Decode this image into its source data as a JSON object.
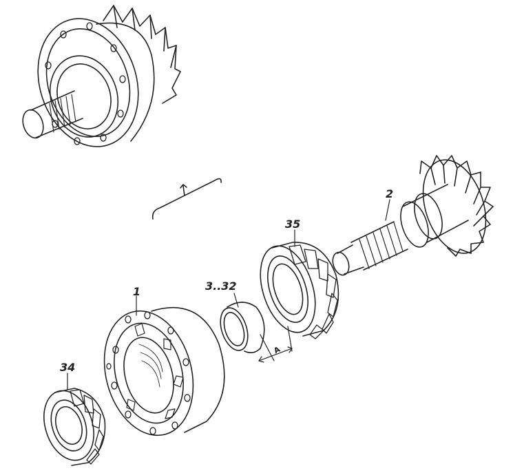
{
  "parts": [
    {
      "key": "hub",
      "number": "1"
    },
    {
      "key": "pinion",
      "number": "2"
    },
    {
      "key": "shim",
      "number": "3..32"
    },
    {
      "key": "outer-bearing",
      "number": "34"
    },
    {
      "key": "inner-bearing",
      "number": "35"
    }
  ],
  "dimension": {
    "label": "A"
  },
  "colors": {
    "line": "#222222",
    "paper": "#ffffff"
  }
}
